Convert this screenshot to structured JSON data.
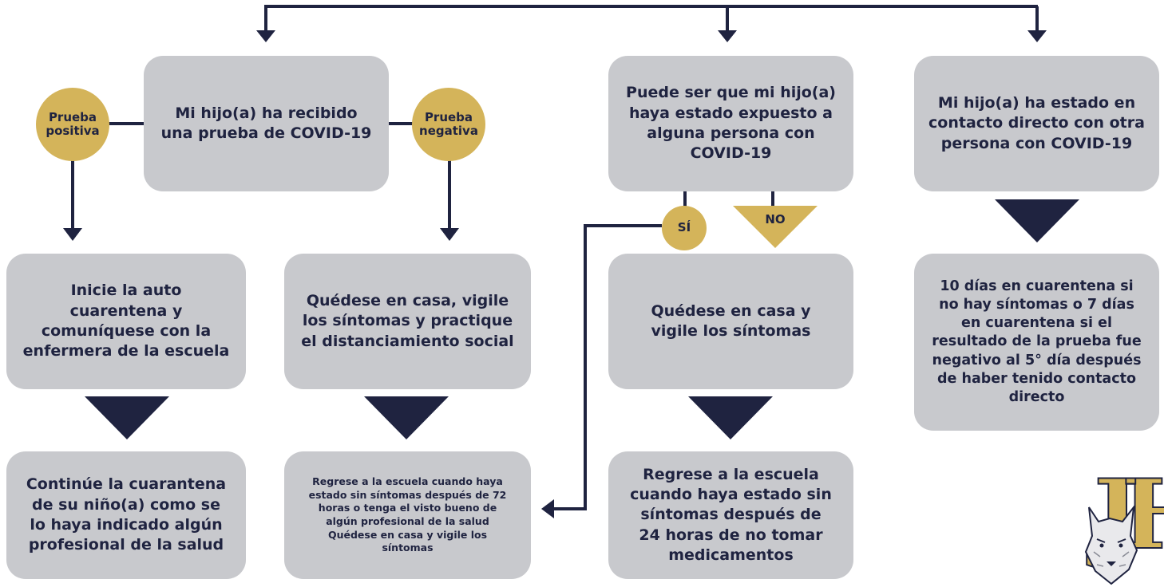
{
  "colors": {
    "navy": "#1f2340",
    "gold": "#d4b45a",
    "box_gray": "#c8c9cd"
  },
  "boxes": {
    "test_received": "Mi hijo(a) ha recibido una prueba de COVID-19",
    "maybe_exposed": "Puede ser que mi hijo(a) haya estado expuesto a alguna persona con COVID-19",
    "direct_contact": "Mi hijo(a) ha estado en contacto directo con otra persona con COVID-19",
    "positive_action": "Inicie la auto cuarentena y comuníquese con la enfermera de la escuela",
    "negative_action": "Quédese en casa, vigile los síntomas y practique el distanciamiento social",
    "no_action": "Quédese en casa y vigile los síntomas",
    "contact_action": "10 días en cuarentena si no hay síntomas o 7 días en cuarentena si el resultado de la prueba fue negativo al 5° día después de haber tenido contacto directo",
    "positive_result": "Continúe la cuarantena de su niño(a) como se lo haya indicado algún profesional de la salud",
    "negative_result": "Regrese a la escuela cuando haya estado sin síntomas después de 72 horas o tenga el visto bueno de algún profesional de la salud Quédese en casa y vigile los síntomas",
    "no_result": "Regrese a la escuela cuando haya estado sin síntomas después de 24 horas de no tomar medicamentos"
  },
  "labels": {
    "positive": "Prueba positiva",
    "negative": "Prueba negativa",
    "yes": "SÍ",
    "no": "NO"
  },
  "logo": {
    "icon": "wolf-icon",
    "letters": "JH"
  }
}
